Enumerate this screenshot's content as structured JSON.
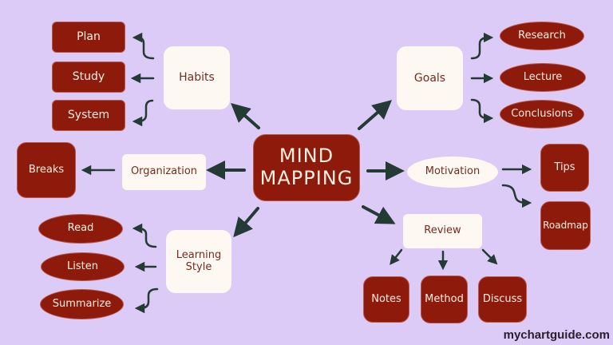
{
  "center": {
    "line1": "MIND",
    "line2": "MAPPING"
  },
  "colors": {
    "background": "#dccbf6",
    "red_node": "#8e1a0b",
    "white_node": "#fdf8f2",
    "arrow": "#243a34",
    "red_text": "#fbefe2",
    "white_text": "#7a2a1c"
  },
  "branches": {
    "habits": {
      "label": "Habits",
      "children": [
        "Plan",
        "Study",
        "System"
      ]
    },
    "organization": {
      "label": "Organization",
      "children": [
        "Breaks"
      ]
    },
    "learning_style": {
      "label": "Learning Style",
      "line1": "Learning",
      "line2": "Style",
      "children": [
        "Read",
        "Listen",
        "Summarize"
      ]
    },
    "goals": {
      "label": "Goals",
      "children": [
        "Research",
        "Lecture",
        "Conclusions"
      ]
    },
    "motivation": {
      "label": "Motivation",
      "children": [
        "Tips",
        "Roadmap"
      ]
    },
    "review": {
      "label": "Review",
      "children": [
        "Notes",
        "Method",
        "Discuss"
      ]
    }
  },
  "watermark": "mychartguide.com"
}
